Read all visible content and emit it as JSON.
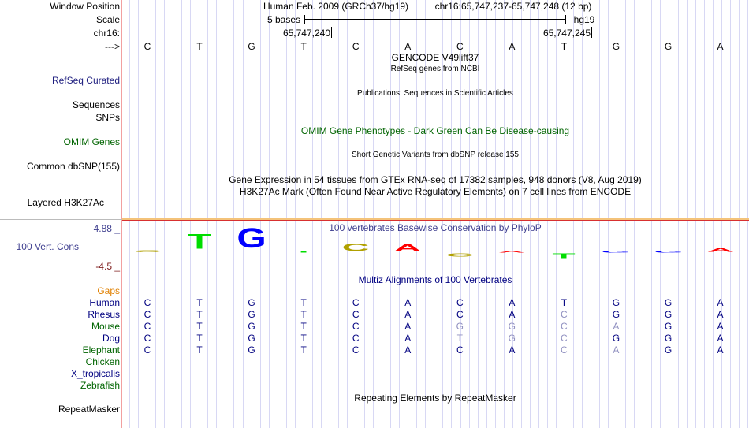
{
  "labels": {
    "window_position": "Window Position",
    "scale": "Scale",
    "chrom": "chr16:",
    "strand": "--->",
    "refseq": "RefSeq Curated",
    "sequences": "Sequences",
    "snps": "SNPs",
    "omim": "OMIM Genes",
    "dbsnp": "Common dbSNP(155)",
    "h3k27ac": "Layered H3K27Ac",
    "cons": "100 Vert. Cons",
    "cons_max": "4.88 _",
    "cons_min": "-4.5 _",
    "gaps": "Gaps",
    "repeatmasker": "RepeatMasker"
  },
  "header": {
    "assembly": "Human Feb. 2009 (GRCh37/hg19)",
    "position": "chr16:65,747,237-65,747,248 (12 bp)",
    "scale_label": "5 bases",
    "scale_db": "hg19",
    "tick1": "65,747,240",
    "tick2": "65,747,245"
  },
  "bases": [
    "C",
    "T",
    "G",
    "T",
    "C",
    "A",
    "C",
    "A",
    "T",
    "G",
    "G",
    "A"
  ],
  "tracks": {
    "gencode": "GENCODE V49lift37",
    "refseq": "RefSeq genes from NCBI",
    "publications": "Publications: Sequences in Scientific Articles",
    "omim": "OMIM Gene Phenotypes - Dark Green Can Be Disease-causing",
    "dbsnp": "Short Genetic Variants from dbSNP release 155",
    "gtex": "Gene Expression in 54 tissues from GTEx RNA-seq of 17382 samples, 948 donors (V8, Aug 2019)",
    "h3k27ac": "H3K27Ac Mark (Often Found Near Active Regulatory Elements) on 7 cell lines from ENCODE",
    "phylop": "100 vertebrates Basewise Conservation by PhyloP",
    "multiz": "Multiz Alignments of 100 Vertebrates",
    "repeatmasker": "Repeating Elements by RepeatMasker"
  },
  "phylop_scores": [
    0.3,
    2.0,
    2.6,
    0.1,
    1.0,
    0.9,
    -0.4,
    0.1,
    -0.6,
    0.1,
    0.1,
    0.5
  ],
  "alignment": [
    {
      "species": "Human",
      "seq": "CTGTCACATGGA",
      "color": "#000080"
    },
    {
      "species": "Rhesus",
      "seq": "CTGTCACACGGA",
      "color": "#000080"
    },
    {
      "species": "Mouse",
      "seq": "CTGTCAGGCAGA",
      "color": "#006400"
    },
    {
      "species": "Dog",
      "seq": "CTGTCATGCGGA",
      "color": "#000080"
    },
    {
      "species": "Elephant",
      "seq": "CTGTCACACAGA",
      "color": "#006400"
    },
    {
      "species": "Chicken",
      "seq": "",
      "color": "#006400"
    },
    {
      "species": "X_tropicalis",
      "seq": "",
      "color": "#000080"
    },
    {
      "species": "Zebrafish",
      "seq": "",
      "color": "#006400"
    }
  ],
  "colors": {
    "A": "#ff0000",
    "C": "#b0a000",
    "G": "#0000ff",
    "T": "#00dd00",
    "align": "#000080",
    "mismatch": "#9090c0",
    "gaps": "#e08000"
  }
}
